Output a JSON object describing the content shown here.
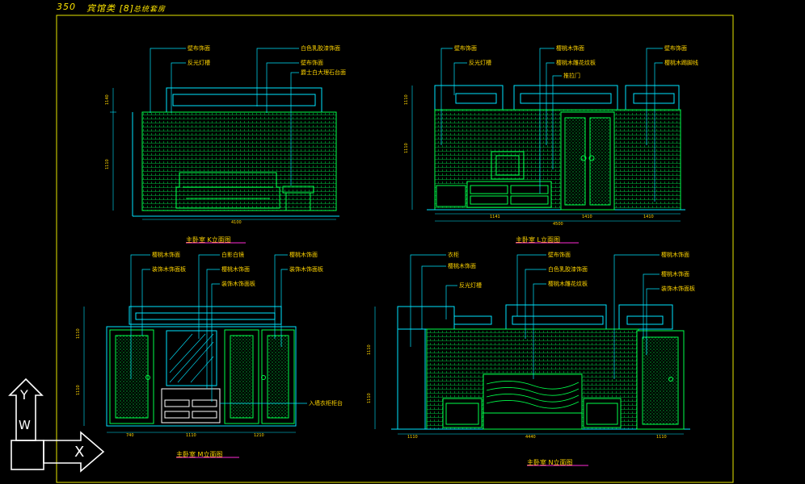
{
  "header": {
    "page_number": "350",
    "title": "宾馆类 [8]",
    "subtitle": "总统套房"
  },
  "colors": {
    "background": "#000000",
    "cyan": "#00e5ff",
    "green": "#00ff4a",
    "yellow": "#ffd400",
    "magenta": "#ff2bd6",
    "white": "#ffffff",
    "border": "#e6e600"
  },
  "views": [
    {
      "caption": "主卧室 K立面图",
      "labels": [
        "壁布饰面",
        "反光灯槽",
        "白色乳胶漆饰面",
        "壁布饰面",
        "爵士白大理石台面"
      ],
      "dims": {
        "bottom": [
          "4100"
        ],
        "left": [
          "1140",
          "1110"
        ]
      }
    },
    {
      "caption": "主卧室 L立面图",
      "labels": [
        "壁布饰面",
        "反光灯槽",
        "樱桃木饰面",
        "樱桃木雕花纹板",
        "推拉门",
        "壁布饰面",
        "樱桃木踢脚线"
      ],
      "dims": {
        "bottom": [
          "1141",
          "1410",
          "1410"
        ],
        "total": [
          "4500"
        ],
        "left": [
          "1110",
          "1110"
        ]
      }
    },
    {
      "caption": "主卧室 M立面图",
      "labels": [
        "樱桃木饰面",
        "装饰木饰面板",
        "白影白镜",
        "樱桃木饰面",
        "装饰木饰面板",
        "樱桃木饰面",
        "装饰木饰面板",
        "入墙衣柜柜台"
      ],
      "dims": {
        "bottom": [
          "740",
          "1110",
          "1210"
        ],
        "left": [
          "1110",
          "1110"
        ]
      }
    },
    {
      "caption": "主卧室 N立面图",
      "labels": [
        "衣柜",
        "樱桃木饰面",
        "反光灯槽",
        "壁布饰面",
        "白色乳胶漆饰面",
        "樱桃木雕花纹板",
        "樱桃木饰面",
        "樱桃木饰面",
        "装饰木饰面板"
      ],
      "dims": {
        "bottom": [
          "1110",
          "4440",
          "1110"
        ],
        "left": [
          "1110",
          "1110"
        ]
      }
    }
  ],
  "ucs": {
    "y_label": "Y",
    "w_label": "W",
    "x_label": "X"
  }
}
